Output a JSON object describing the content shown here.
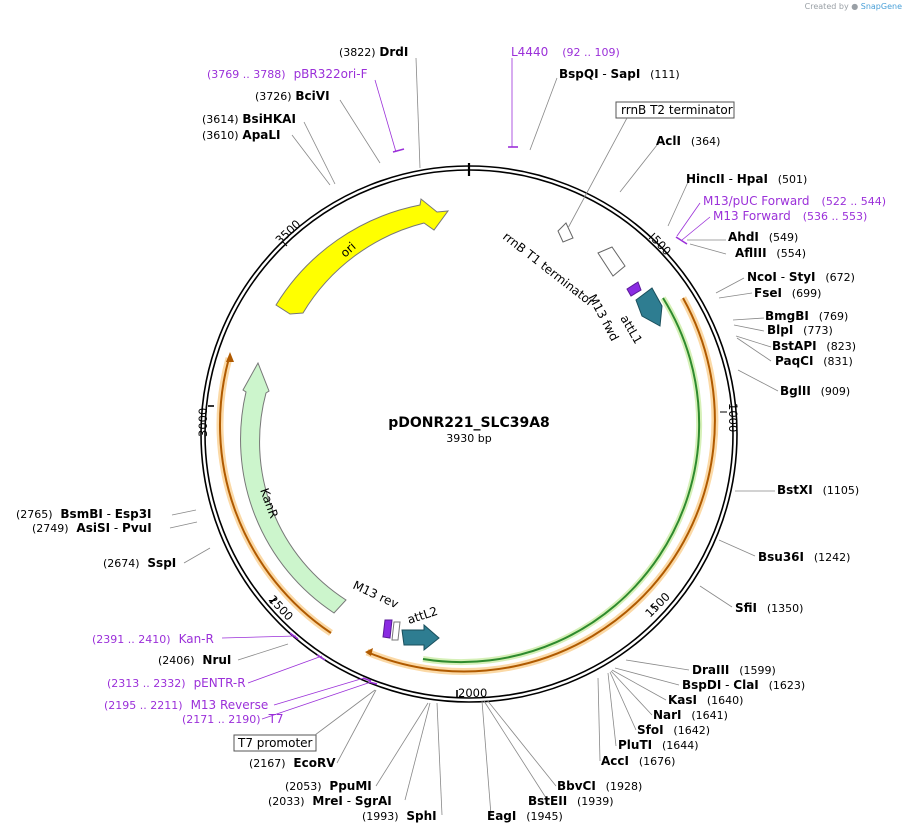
{
  "credit": {
    "prefix": "Created by",
    "brand": "SnapGene"
  },
  "plasmid": {
    "name": "pDONR221_SLC39A8",
    "size_label": "3930 bp",
    "length": 3930
  },
  "ticks": [
    "500",
    "1000",
    "1500",
    "2000",
    "2500",
    "3000",
    "3500"
  ],
  "features": [
    {
      "label": "ori",
      "color": "#ffff00"
    },
    {
      "label": "KanR",
      "color": "#ccf5cc"
    },
    {
      "label": "attL1",
      "color": "#2e7d91"
    },
    {
      "label": "attL2",
      "color": "#2e7d91"
    },
    {
      "label": "M13 fwd",
      "color": "#8a2be2"
    },
    {
      "label": "M13 rev",
      "color": "#8a2be2"
    },
    {
      "label": "rrnB T1 terminator",
      "color": "#ffffff"
    }
  ],
  "boxed_labels": {
    "rrnb_t2": "rrnB T2 terminator",
    "t7_promoter": "T7 promoter"
  },
  "enzymes": [
    {
      "name": "DrdI",
      "pos": "(3822)"
    },
    {
      "name": "BciVI",
      "pos": "(3726)"
    },
    {
      "name": "BsiHKAI",
      "pos": "(3614)"
    },
    {
      "name": "ApaLI",
      "pos": "(3610)"
    },
    {
      "name": "BspQI",
      "name2": "SapI",
      "pos": "(111)"
    },
    {
      "name": "AclI",
      "pos": "(364)"
    },
    {
      "name": "HincII",
      "name2": "HpaI",
      "pos": "(501)"
    },
    {
      "name": "AhdI",
      "pos": "(549)"
    },
    {
      "name": "AflIII",
      "pos": "(554)"
    },
    {
      "name": "NcoI",
      "name2": "StyI",
      "pos": "(672)"
    },
    {
      "name": "FseI",
      "pos": "(699)"
    },
    {
      "name": "BmgBI",
      "pos": "(769)"
    },
    {
      "name": "BlpI",
      "pos": "(773)"
    },
    {
      "name": "BstAPI",
      "pos": "(823)"
    },
    {
      "name": "PaqCI",
      "pos": "(831)"
    },
    {
      "name": "BglII",
      "pos": "(909)"
    },
    {
      "name": "BstXI",
      "pos": "(1105)"
    },
    {
      "name": "Bsu36I",
      "pos": "(1242)"
    },
    {
      "name": "SfiI",
      "pos": "(1350)"
    },
    {
      "name": "DraIII",
      "pos": "(1599)"
    },
    {
      "name": "BspDI",
      "name2": "ClaI",
      "pos": "(1623)"
    },
    {
      "name": "KasI",
      "pos": "(1640)"
    },
    {
      "name": "NarI",
      "pos": "(1641)"
    },
    {
      "name": "SfoI",
      "pos": "(1642)"
    },
    {
      "name": "PluTI",
      "pos": "(1644)"
    },
    {
      "name": "AccI",
      "pos": "(1676)"
    },
    {
      "name": "BbvCI",
      "pos": "(1928)"
    },
    {
      "name": "BstEII",
      "pos": "(1939)"
    },
    {
      "name": "EagI",
      "pos": "(1945)"
    },
    {
      "name": "SphI",
      "pos": "(1993)"
    },
    {
      "name": "MreI",
      "name2": "SgrAI",
      "pos": "(2033)"
    },
    {
      "name": "PpuMI",
      "pos": "(2053)"
    },
    {
      "name": "EcoRV",
      "pos": "(2167)"
    },
    {
      "name": "NruI",
      "pos": "(2406)"
    },
    {
      "name": "SspI",
      "pos": "(2674)"
    },
    {
      "name": "AsiSI",
      "name2": "PvuI",
      "pos": "(2749)"
    },
    {
      "name": "BsmBI",
      "name2": "Esp3I",
      "pos": "(2765)"
    }
  ],
  "primers": [
    {
      "name": "L4440",
      "pos": "(92 .. 109)"
    },
    {
      "name": "pBR322ori-F",
      "pos": "(3769 .. 3788)"
    },
    {
      "name": "M13/pUC Forward",
      "pos": "(522 .. 544)"
    },
    {
      "name": "M13 Forward",
      "pos": "(536 .. 553)"
    },
    {
      "name": "Kan-R",
      "pos": "(2391 .. 2410)"
    },
    {
      "name": "pENTR-R",
      "pos": "(2313 .. 2332)"
    },
    {
      "name": "M13 Reverse",
      "pos": "(2195 .. 2211)"
    },
    {
      "name": "T7",
      "pos": "(2171 .. 2190)"
    }
  ]
}
